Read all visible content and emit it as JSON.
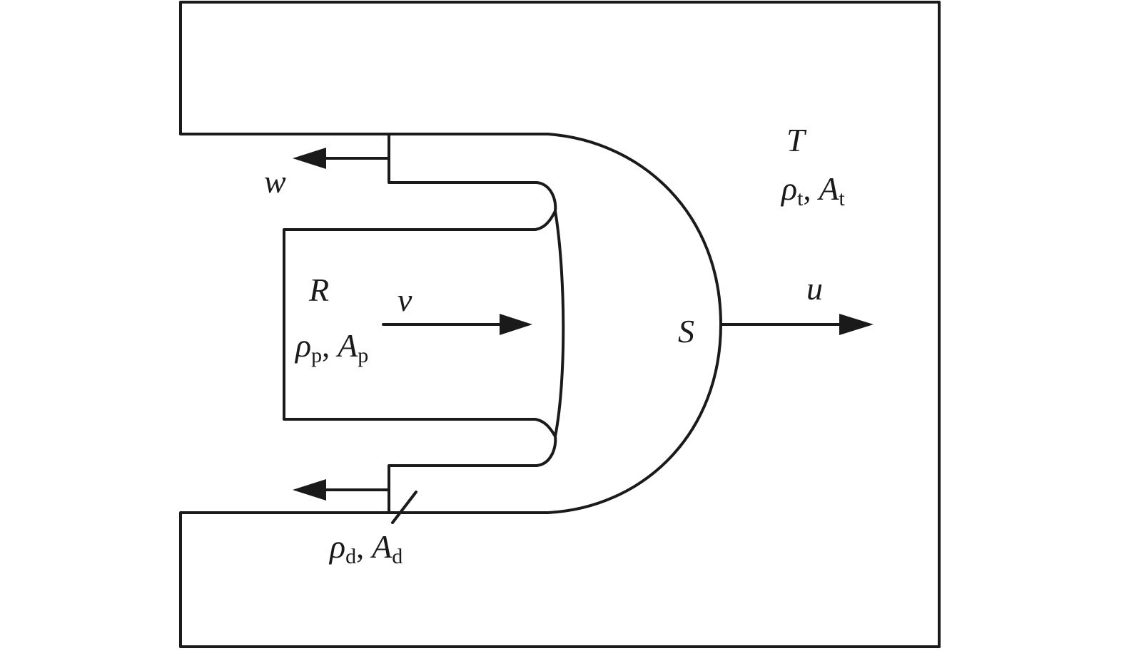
{
  "labels": {
    "target": "T",
    "rod": "R",
    "interface": "S",
    "velocity_v": "v",
    "velocity_u": "u",
    "velocity_w": "w"
  },
  "props": {
    "target": {
      "rho": "ρ",
      "rho_sub": "t",
      "sep": ", ",
      "area": "A",
      "area_sub": "t"
    },
    "penetrator": {
      "rho": "ρ",
      "rho_sub": "p",
      "sep": ", ",
      "area": "A",
      "area_sub": "p"
    },
    "debris": {
      "rho": "ρ",
      "rho_sub": "d",
      "sep": ", ",
      "area": "A",
      "area_sub": "d"
    }
  }
}
